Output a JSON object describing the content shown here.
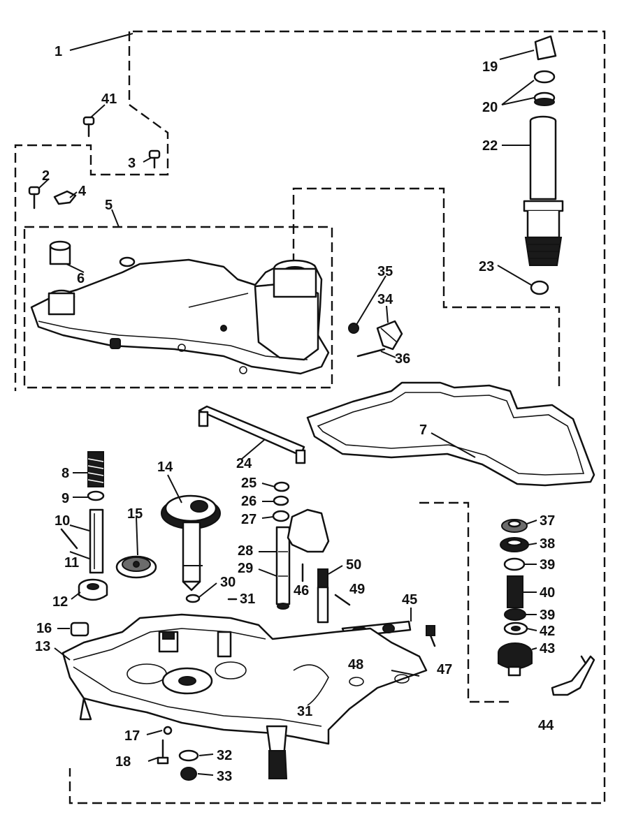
{
  "part_labels": [
    {
      "id": "1",
      "text": "1"
    },
    {
      "id": "41",
      "text": "41"
    },
    {
      "id": "3",
      "text": "3"
    },
    {
      "id": "2",
      "text": "2"
    },
    {
      "id": "4",
      "text": "4"
    },
    {
      "id": "5",
      "text": "5"
    },
    {
      "id": "6",
      "text": "6"
    },
    {
      "id": "19",
      "text": "19"
    },
    {
      "id": "20",
      "text": "20"
    },
    {
      "id": "22",
      "text": "22"
    },
    {
      "id": "23",
      "text": "23"
    },
    {
      "id": "35",
      "text": "35"
    },
    {
      "id": "34",
      "text": "34"
    },
    {
      "id": "36",
      "text": "36"
    },
    {
      "id": "7",
      "text": "7"
    },
    {
      "id": "24",
      "text": "24"
    },
    {
      "id": "8",
      "text": "8"
    },
    {
      "id": "9",
      "text": "9"
    },
    {
      "id": "10",
      "text": "10"
    },
    {
      "id": "11",
      "text": "11"
    },
    {
      "id": "12",
      "text": "12"
    },
    {
      "id": "14",
      "text": "14"
    },
    {
      "id": "15",
      "text": "15"
    },
    {
      "id": "25",
      "text": "25"
    },
    {
      "id": "26",
      "text": "26"
    },
    {
      "id": "27",
      "text": "27"
    },
    {
      "id": "28",
      "text": "28"
    },
    {
      "id": "29",
      "text": "29"
    },
    {
      "id": "30",
      "text": "30"
    },
    {
      "id": "31a",
      "text": "31"
    },
    {
      "id": "31b",
      "text": "31"
    },
    {
      "id": "46",
      "text": "46"
    },
    {
      "id": "50",
      "text": "50"
    },
    {
      "id": "49",
      "text": "49"
    },
    {
      "id": "45",
      "text": "45"
    },
    {
      "id": "47",
      "text": "47"
    },
    {
      "id": "48",
      "text": "48"
    },
    {
      "id": "16",
      "text": "16"
    },
    {
      "id": "13",
      "text": "13"
    },
    {
      "id": "17",
      "text": "17"
    },
    {
      "id": "18",
      "text": "18"
    },
    {
      "id": "32",
      "text": "32"
    },
    {
      "id": "33",
      "text": "33"
    },
    {
      "id": "37",
      "text": "37"
    },
    {
      "id": "38",
      "text": "38"
    },
    {
      "id": "39a",
      "text": "39"
    },
    {
      "id": "40",
      "text": "40"
    },
    {
      "id": "39b",
      "text": "39"
    },
    {
      "id": "42",
      "text": "42"
    },
    {
      "id": "43",
      "text": "43"
    },
    {
      "id": "44",
      "text": "44"
    }
  ]
}
